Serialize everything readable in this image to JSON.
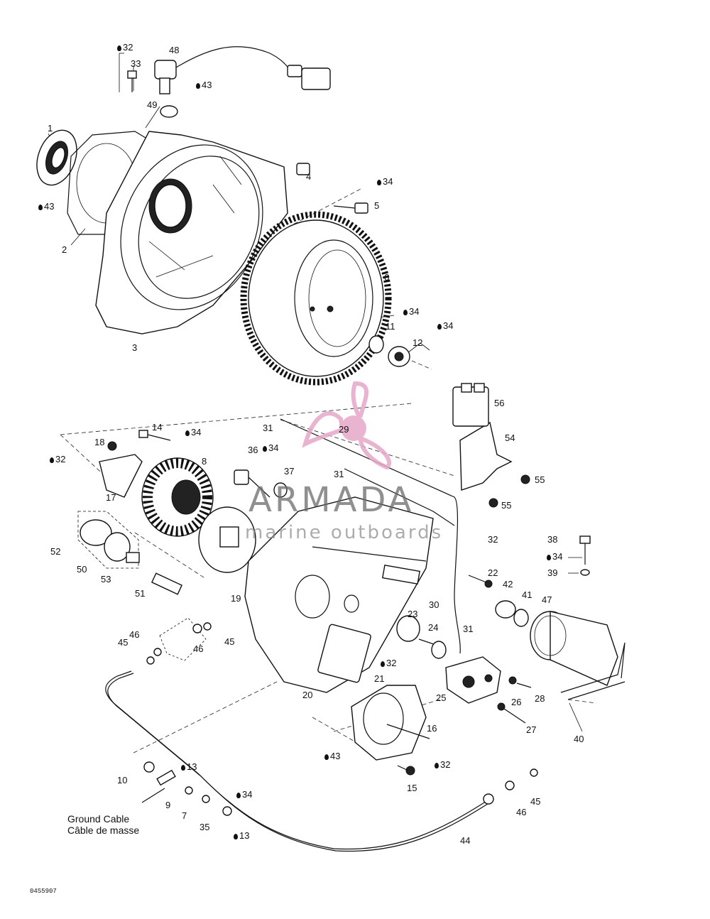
{
  "diagram": {
    "doc_id": "04S5907",
    "ground_cable_en": "Ground Cable",
    "ground_cable_fr": "Câble de masse",
    "watermark_brand": "ARMADA",
    "watermark_tagline": "marine outboards",
    "watermark_color": "#e6a8c8",
    "callouts": [
      {
        "label": "32",
        "drop": true
      },
      {
        "label": "33",
        "drop": false
      },
      {
        "label": "48",
        "drop": false
      },
      {
        "label": "43",
        "drop": true
      },
      {
        "label": "49",
        "drop": false
      },
      {
        "label": "1",
        "drop": false
      },
      {
        "label": "43",
        "drop": true
      },
      {
        "label": "2",
        "drop": false
      },
      {
        "label": "3",
        "drop": false
      },
      {
        "label": "4",
        "drop": false
      },
      {
        "label": "34",
        "drop": true
      },
      {
        "label": "5",
        "drop": false
      },
      {
        "label": "6",
        "drop": false
      },
      {
        "label": "34",
        "drop": true
      },
      {
        "label": "11",
        "drop": false
      },
      {
        "label": "34",
        "drop": true
      },
      {
        "label": "12",
        "drop": false
      },
      {
        "label": "56",
        "drop": false
      },
      {
        "label": "29",
        "drop": false
      },
      {
        "label": "31",
        "drop": false
      },
      {
        "label": "14",
        "drop": false
      },
      {
        "label": "34",
        "drop": true
      },
      {
        "label": "18",
        "drop": false
      },
      {
        "label": "32",
        "drop": true
      },
      {
        "label": "8",
        "drop": false
      },
      {
        "label": "17",
        "drop": false
      },
      {
        "label": "36",
        "drop": false
      },
      {
        "label": "34",
        "drop": true
      },
      {
        "label": "37",
        "drop": false
      },
      {
        "label": "31",
        "drop": false
      },
      {
        "label": "54",
        "drop": false
      },
      {
        "label": "55",
        "drop": false
      },
      {
        "label": "55",
        "drop": false
      },
      {
        "label": "52",
        "drop": false
      },
      {
        "label": "50",
        "drop": false
      },
      {
        "label": "53",
        "drop": false
      },
      {
        "label": "51",
        "drop": false
      },
      {
        "label": "19",
        "drop": false
      },
      {
        "label": "32",
        "drop": false
      },
      {
        "label": "22",
        "drop": false
      },
      {
        "label": "38",
        "drop": false
      },
      {
        "label": "34",
        "drop": true
      },
      {
        "label": "39",
        "drop": false
      },
      {
        "label": "42",
        "drop": false
      },
      {
        "label": "41",
        "drop": false
      },
      {
        "label": "47",
        "drop": false
      },
      {
        "label": "30",
        "drop": false
      },
      {
        "label": "23",
        "drop": false
      },
      {
        "label": "24",
        "drop": false
      },
      {
        "label": "31",
        "drop": false
      },
      {
        "label": "32",
        "drop": true
      },
      {
        "label": "46",
        "drop": false
      },
      {
        "label": "45",
        "drop": false
      },
      {
        "label": "46",
        "drop": false
      },
      {
        "label": "45",
        "drop": false
      },
      {
        "label": "20",
        "drop": false
      },
      {
        "label": "21",
        "drop": false
      },
      {
        "label": "25",
        "drop": false
      },
      {
        "label": "26",
        "drop": false
      },
      {
        "label": "28",
        "drop": false
      },
      {
        "label": "27",
        "drop": false
      },
      {
        "label": "40",
        "drop": false
      },
      {
        "label": "16",
        "drop": false
      },
      {
        "label": "43",
        "drop": true
      },
      {
        "label": "32",
        "drop": true
      },
      {
        "label": "15",
        "drop": false
      },
      {
        "label": "10",
        "drop": false
      },
      {
        "label": "13",
        "drop": true
      },
      {
        "label": "9",
        "drop": false
      },
      {
        "label": "7",
        "drop": false
      },
      {
        "label": "34",
        "drop": true
      },
      {
        "label": "35",
        "drop": false
      },
      {
        "label": "13",
        "drop": true
      },
      {
        "label": "45",
        "drop": false
      },
      {
        "label": "46",
        "drop": false
      },
      {
        "label": "44",
        "drop": false
      }
    ]
  }
}
